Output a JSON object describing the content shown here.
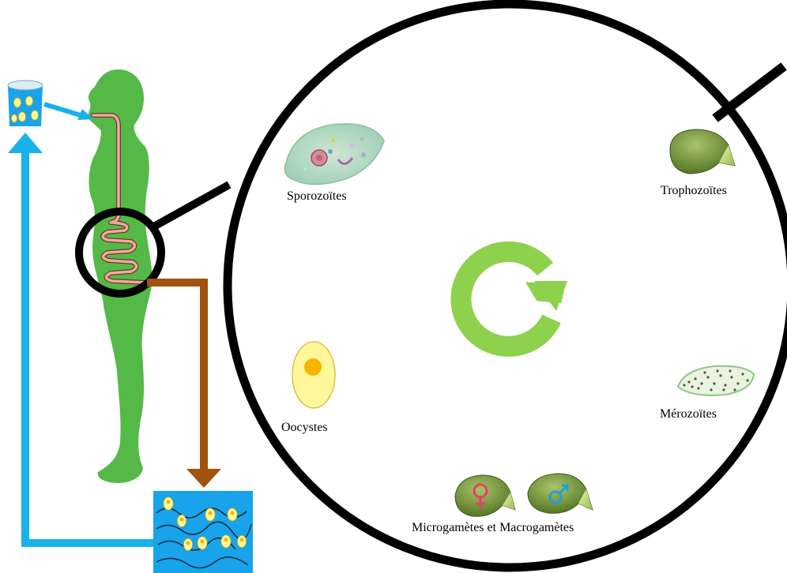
{
  "labels": {
    "sporozoites": "Sporozoïtes",
    "trophozoites": "Trophozoïtes",
    "merozoites": "Mérozoïtes",
    "gametes": "Microgamètes et Macrogamètes",
    "oocysts": "Oocystes"
  },
  "colors": {
    "human_body": "#55b947",
    "ingestion_arrow": "#19b1ea",
    "excretion_arrow": "#a0520f",
    "cycle_arrow": "#8ed14c",
    "water": "#19a3ea",
    "oocyst": "#fff799",
    "oocyst_core": "#f7b500",
    "parasite_green": "#6c8e2c"
  },
  "icons": {
    "cycle": "circular-arrow-icon",
    "female": "female-symbol-icon",
    "male": "male-symbol-icon"
  }
}
